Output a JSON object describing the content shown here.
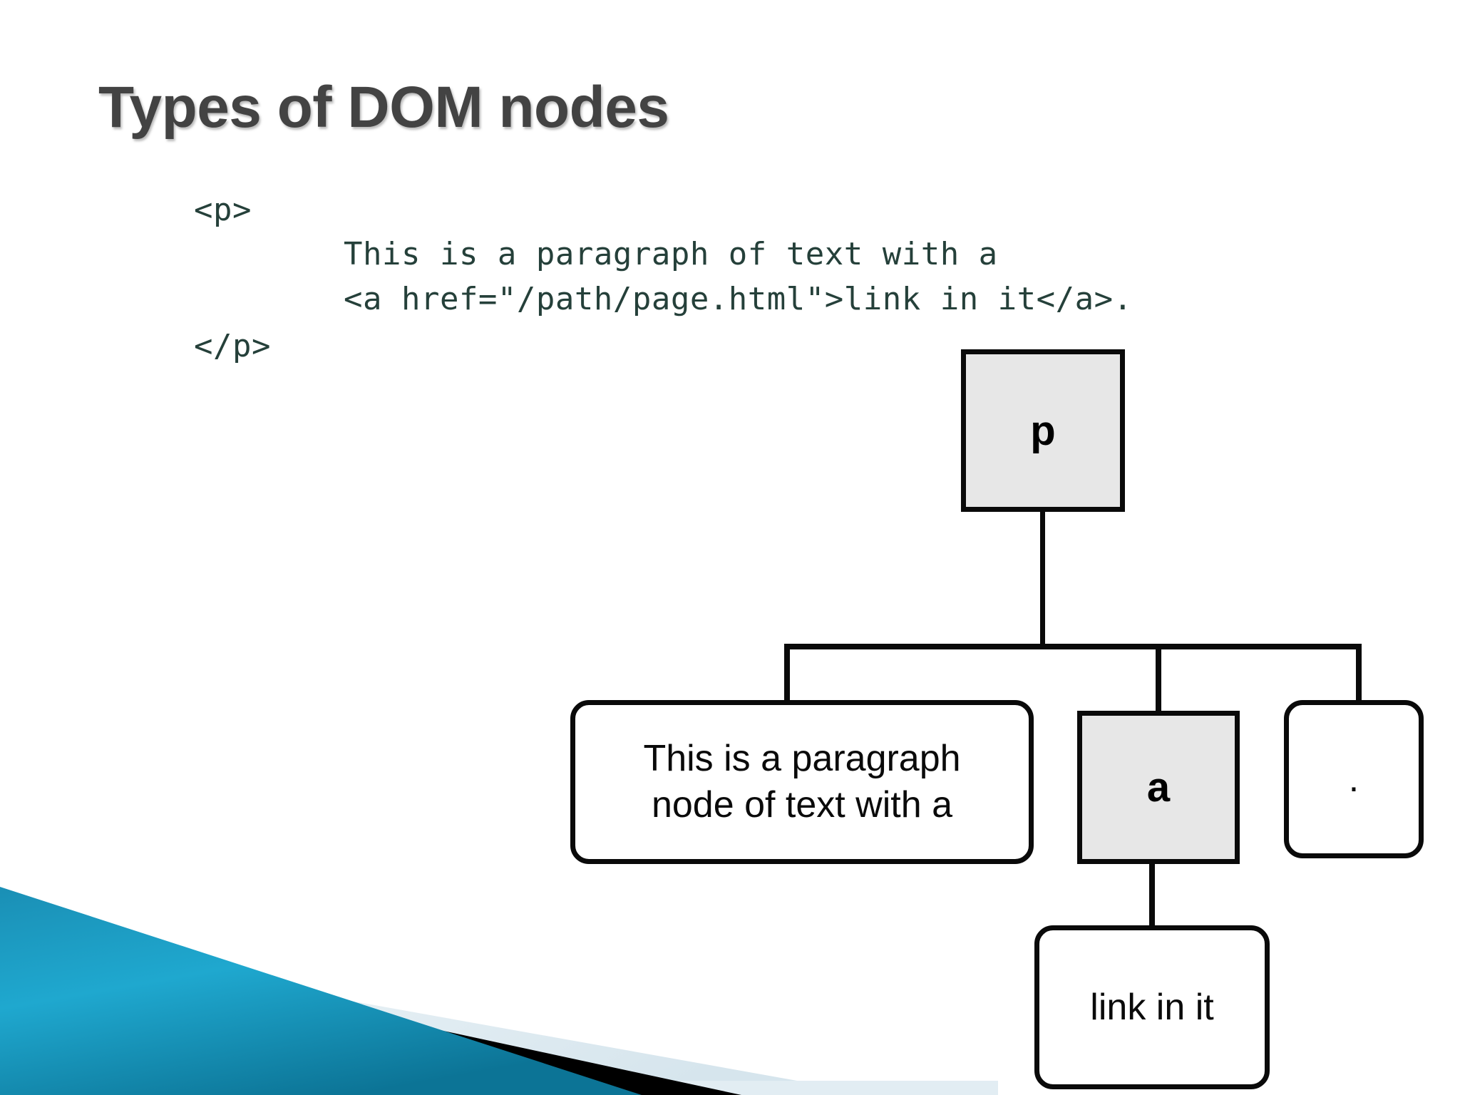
{
  "slide": {
    "title": "Types of DOM nodes",
    "background_color": "#ffffff",
    "title_color": "#434343"
  },
  "code_block": {
    "color": "#25403a",
    "lines": [
      "<p>",
      "This is a paragraph of text with a",
      "<a href=\"/path/page.html\">link in it</a>.",
      "</p>"
    ],
    "open_tag": "<p>",
    "text_line_1": "This is a paragraph of text with a",
    "text_line_2": "<a href=\"/path/page.html\">link in it</a>.",
    "close_tag": "</p>"
  },
  "tree": {
    "element_node_fill": "#e7e7e7",
    "text_node_fill": "#ffffff",
    "stroke_color": "#0a0a0a",
    "nodes": {
      "root": {
        "label": "p",
        "kind": "element"
      },
      "text_child": {
        "label": "This is a paragraph node of text with a",
        "line_1": "This is a paragraph",
        "line_2": "node of text with a",
        "kind": "text"
      },
      "anchor": {
        "label": "a",
        "kind": "element"
      },
      "period": {
        "label": ".",
        "kind": "text"
      },
      "link_text": {
        "label": "link in it",
        "kind": "text"
      }
    }
  },
  "decoration": {
    "teal": "#1b9cc4",
    "teal_dark": "#0d6f92",
    "black": "#000000",
    "pale": "#e4eef3"
  }
}
